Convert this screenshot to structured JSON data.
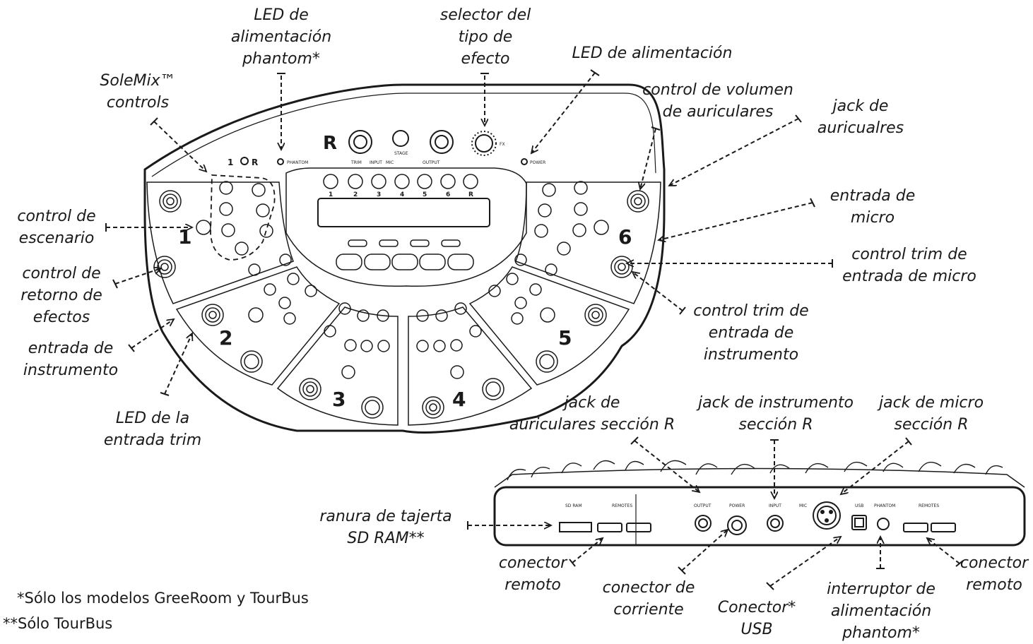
{
  "device": {
    "top_marks": {
      "return_on": "1",
      "return_r": "R",
      "phantom_led": "PHANTOM",
      "power_led": "POWER",
      "section_r": "R",
      "stage": "STAGE",
      "fx": "FX",
      "trim": "TRIM",
      "input": "INPUT",
      "mic": "MIC",
      "output": "OUTPUT"
    },
    "channel_numbers": [
      "1",
      "2",
      "3",
      "4",
      "5",
      "6"
    ],
    "master_knob_labels": [
      "1",
      "2",
      "3",
      "4",
      "5",
      "6",
      "R"
    ],
    "rear_panel": [
      "SD RAM",
      "REMOTES",
      "OUTPUT",
      "POWER",
      "INPUT",
      "MIC",
      "USB",
      "PHANTOM",
      "REMOTES"
    ]
  },
  "labels": {
    "phantom_led": "LED de\nalimentación\nphantom*",
    "fx_selector": "selector del\ntipo de\nefecto",
    "power_led": "LED de alimentación",
    "solemix": "SoleMix™\ncontrols",
    "headphone_volume": "control de volumen\nde auriculares",
    "headphone_jack": "jack de\nauricualres",
    "stage_control": "control de\nescenario",
    "mic_input": "entrada de\nmicro",
    "fx_return": "control de\nretorno de\nefectos",
    "mic_trim": "control trim de\nentrada de micro",
    "instrument_input": "entrada de\ninstrumento",
    "instrument_trim": "control trim de\nentrada de\ninstrumento",
    "trim_led": "LED de la\nentrada trim",
    "r_headphone_jack": "jack de\nauriculares sección R",
    "r_instrument_jack": "jack de instrumento\nsección R",
    "r_mic_jack": "jack de micro\nsección R",
    "sd_slot": "ranura de tajerta\nSD RAM**",
    "remote_left": "conector\nremoto",
    "power_connector": "conector de\ncorriente",
    "usb_connector": "Conector*\nUSB",
    "phantom_switch": "interruptor de\nalimentación\nphantom*",
    "remote_right": "conector\nremoto"
  },
  "footnotes": {
    "models": "*Sólo los modelos GreeRoom y TourBus",
    "tourbus": "**Sólo TourBus"
  }
}
